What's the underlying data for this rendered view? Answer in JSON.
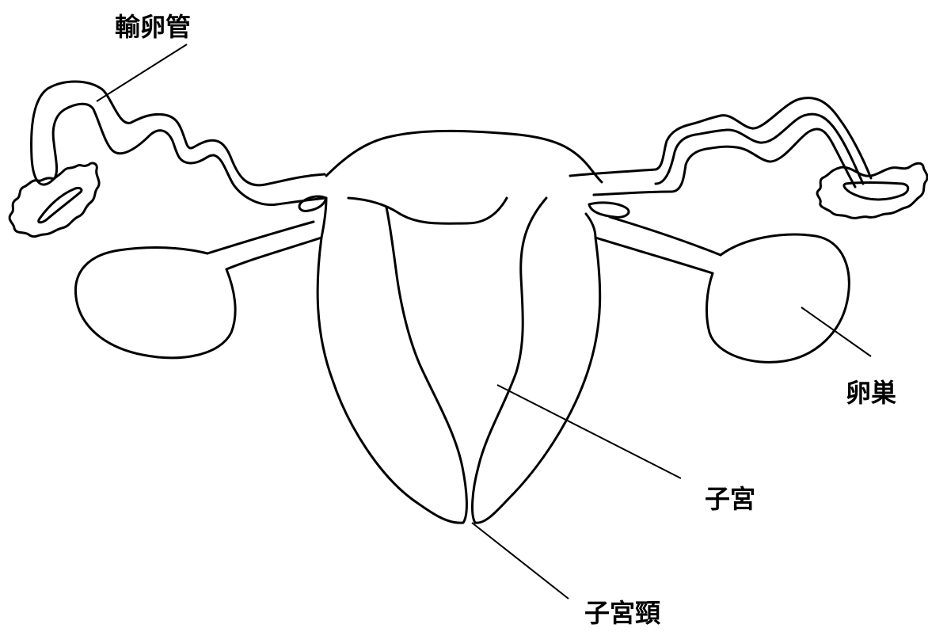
{
  "labels": {
    "fallopian_tube": "輸卵管",
    "ovary": "卵巣",
    "uterus": "子宮",
    "cervix": "子宮頸"
  },
  "colors": {
    "stroke": "#000000",
    "background": "#ffffff"
  }
}
